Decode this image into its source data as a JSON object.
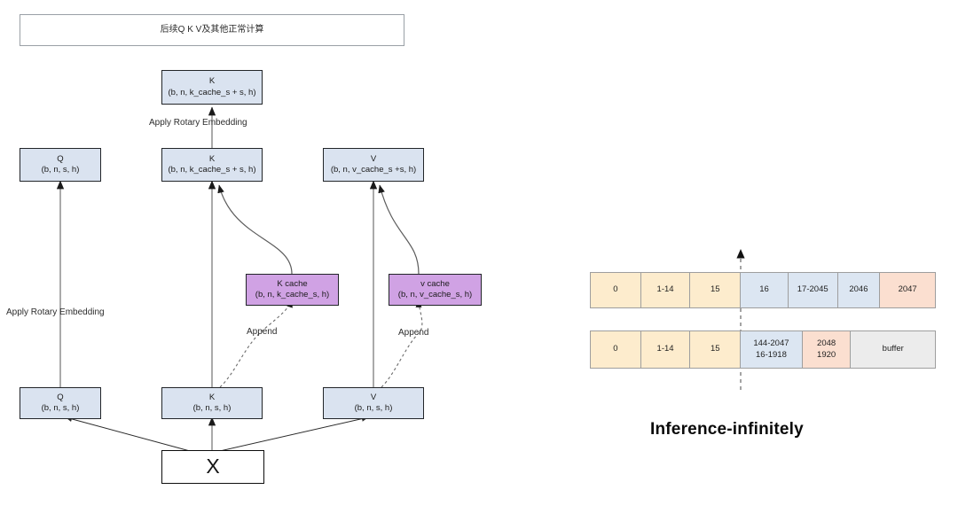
{
  "diagram": {
    "header_box": {
      "text": "后续Q K V及其他正常计算"
    },
    "nodes": {
      "k_rotary": {
        "line1": "K",
        "line2": "(b, n, k_cache_s + s, h)"
      },
      "q_mid": {
        "line1": "Q",
        "line2": "(b, n, s, h)"
      },
      "k_mid": {
        "line1": "K",
        "line2": "(b, n, k_cache_s + s, h)"
      },
      "v_mid": {
        "line1": "V",
        "line2": "(b, n, v_cache_s +s, h)"
      },
      "k_cache": {
        "line1": "K cache",
        "line2": "(b, n, k_cache_s, h)"
      },
      "v_cache": {
        "line1": "v cache",
        "line2": "(b, n, v_cache_s, h)"
      },
      "q_bottom": {
        "line1": "Q",
        "line2": "(b, n, s, h)"
      },
      "k_bottom": {
        "line1": "K",
        "line2": "(b, n, s, h)"
      },
      "v_bottom": {
        "line1": "V",
        "line2": "(b, n, s, h)"
      },
      "x_input": {
        "line1": "X"
      }
    },
    "edge_labels": {
      "rotary_top": "Apply Rotary Embedding",
      "rotary_left": "Apply Rotary Embedding",
      "append_k": "Append",
      "append_v": "Append"
    },
    "colors": {
      "tensor_fill": "#dae3f0",
      "cache_fill": "#d0a2e4",
      "node_stroke": "#222529",
      "header_stroke": "#9aa0a6"
    }
  },
  "memory": {
    "title": "Inference-infinitely",
    "rows": [
      {
        "name": "row-before",
        "cells": [
          {
            "line1": "0",
            "line2": "",
            "fill": "yellow"
          },
          {
            "line1": "1-14",
            "line2": "",
            "fill": "yellow"
          },
          {
            "line1": "15",
            "line2": "",
            "fill": "yellow"
          },
          {
            "line1": "16",
            "line2": "",
            "fill": "blue"
          },
          {
            "line1": "17-2045",
            "line2": "",
            "fill": "blue"
          },
          {
            "line1": "2046",
            "line2": "",
            "fill": "blue"
          },
          {
            "line1": "2047",
            "line2": "",
            "fill": "peach"
          }
        ]
      },
      {
        "name": "row-after",
        "cells": [
          {
            "line1": "0",
            "line2": "",
            "fill": "yellow"
          },
          {
            "line1": "1-14",
            "line2": "",
            "fill": "yellow"
          },
          {
            "line1": "15",
            "line2": "",
            "fill": "yellow"
          },
          {
            "line1": "144-2047",
            "line2": "16-1918",
            "fill": "blue"
          },
          {
            "line1": "2048",
            "line2": "1920",
            "fill": "peach"
          },
          {
            "line1": "buffer",
            "line2": "",
            "fill": "grey"
          }
        ]
      }
    ],
    "colors": {
      "yellow": "#fdeccd",
      "blue": "#dce6f2",
      "peach": "#fbdfd0",
      "grey": "#ececec",
      "stroke": "#9e9e9e"
    }
  }
}
